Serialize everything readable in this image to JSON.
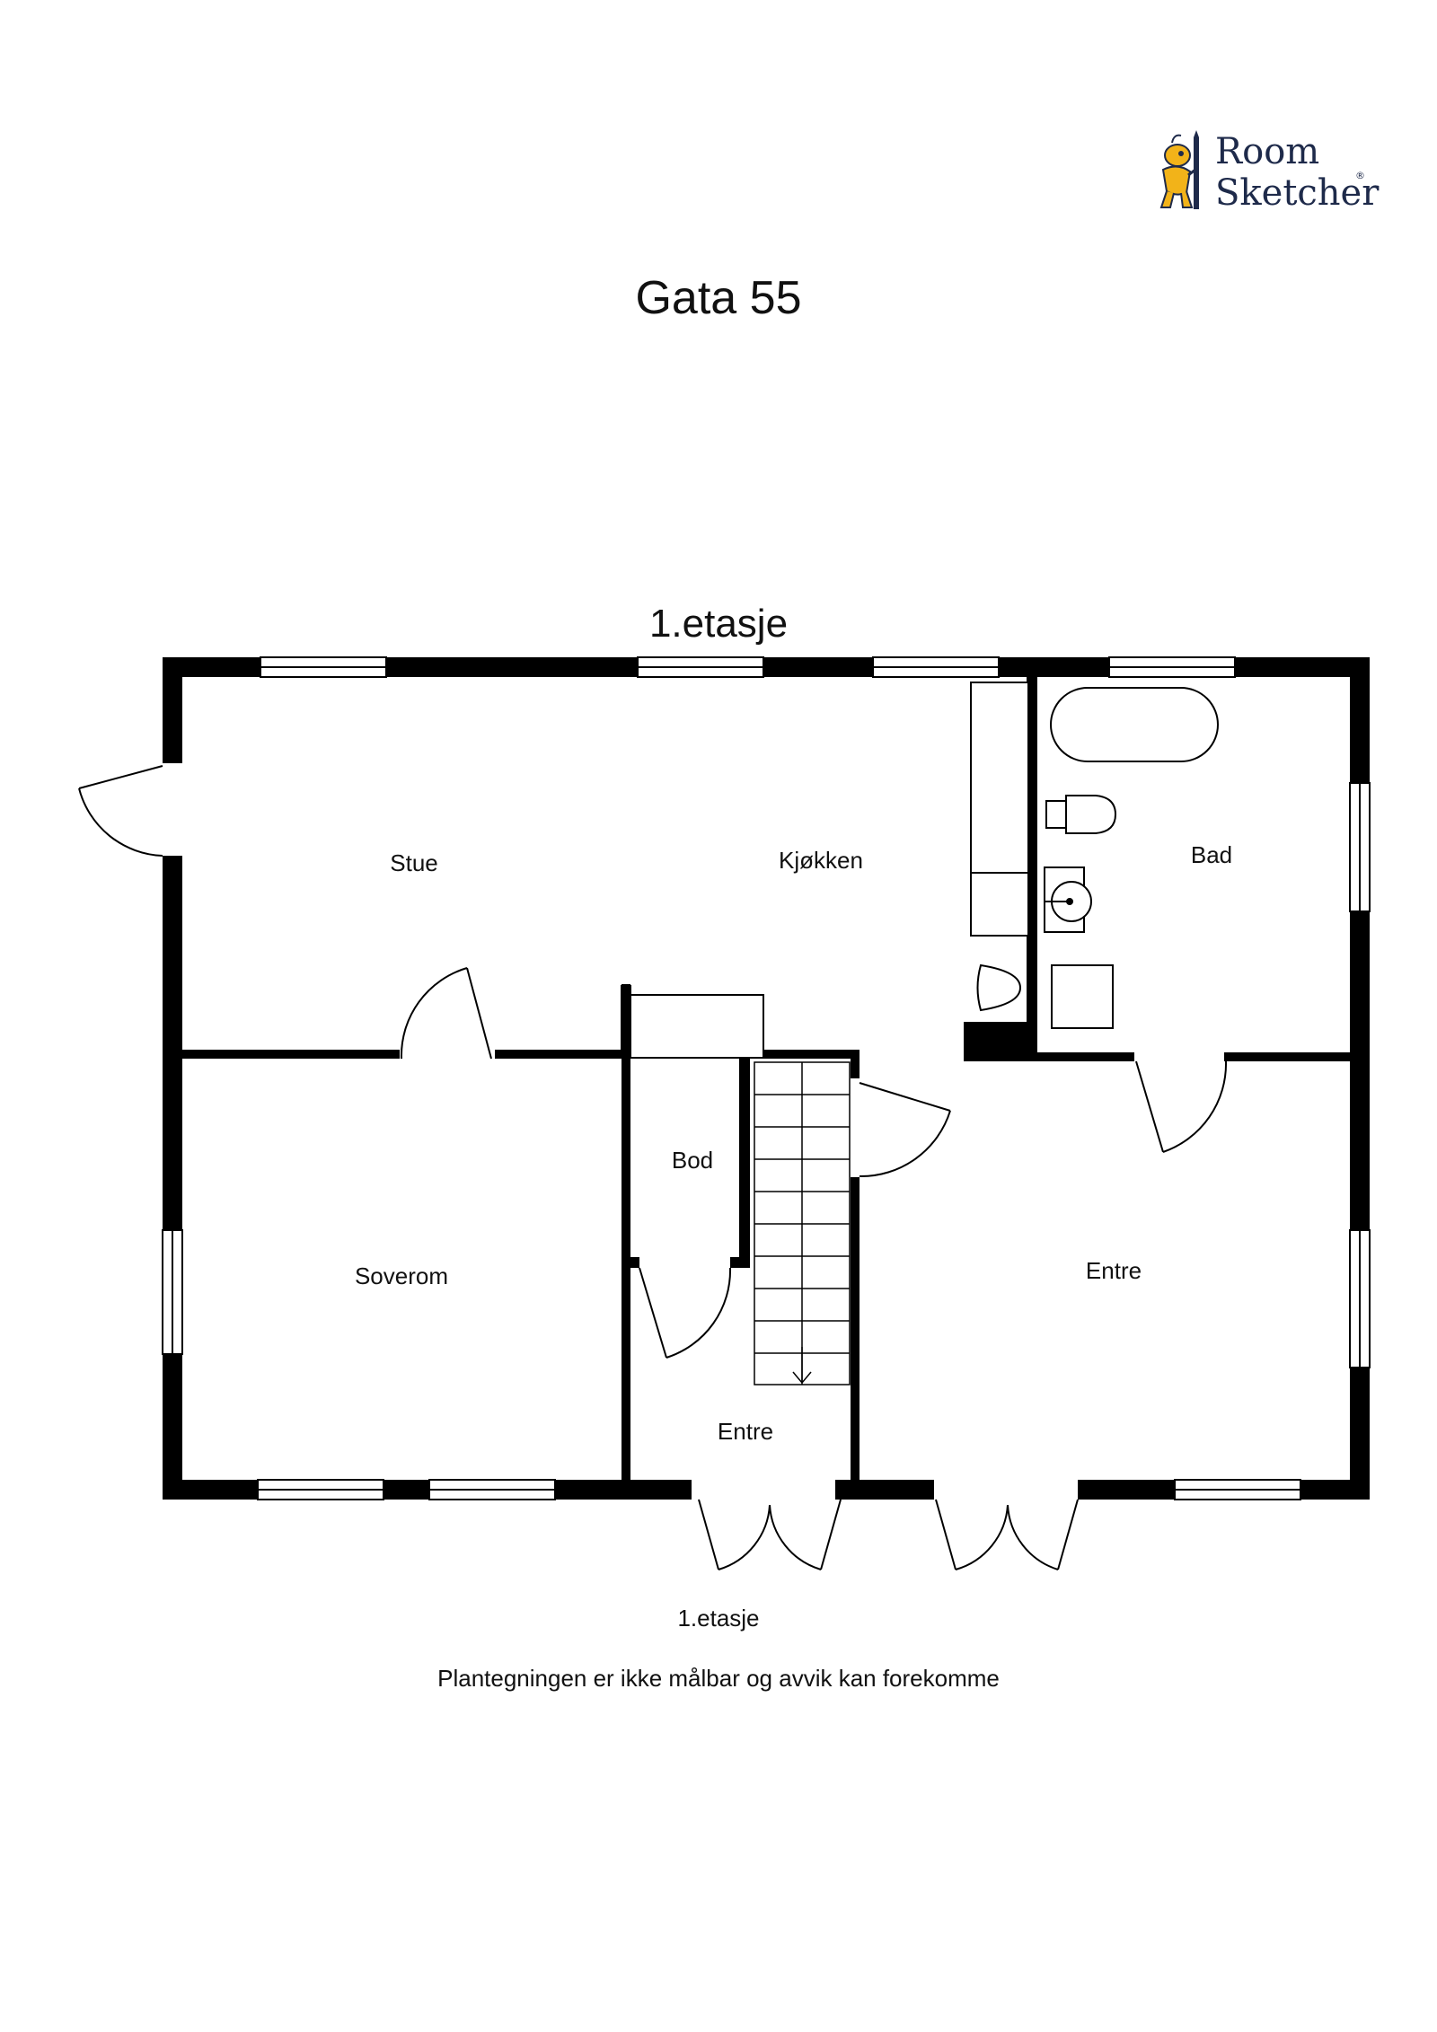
{
  "logo": {
    "line1": "Room",
    "line2": "Sketcher",
    "reg": "®"
  },
  "title": "Gata 55",
  "floor_label": "1.etasje",
  "rooms": {
    "stue": "Stue",
    "kjokken": "Kjøkken",
    "bad": "Bad",
    "bod": "Bod",
    "soverom": "Soverom",
    "entre_small": "Entre",
    "entre_large": "Entre"
  },
  "caption": {
    "floor": "1.etasje",
    "note": "Plantegningen er ikke målbar og avvik kan forekomme"
  },
  "colors": {
    "wall": "#000000",
    "logo_figure": "#f2b319",
    "logo_text": "#1e2a4a"
  }
}
